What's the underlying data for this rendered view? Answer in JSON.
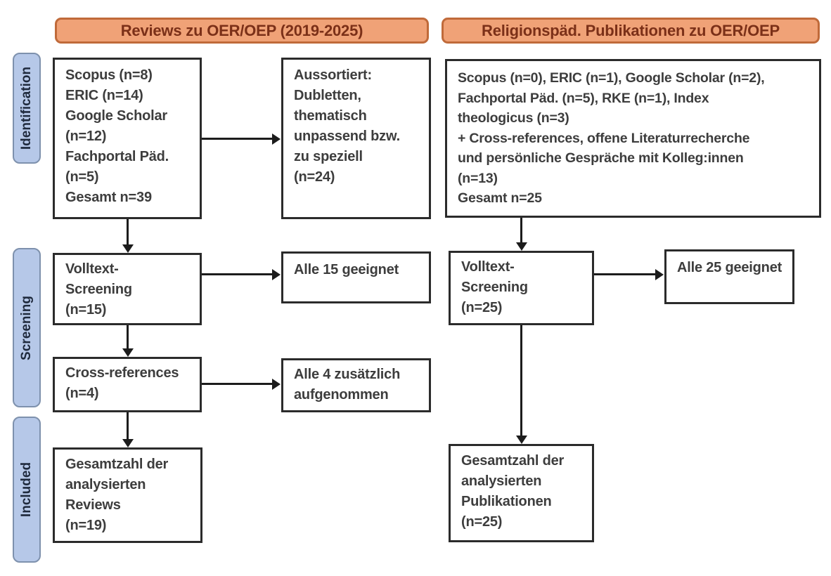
{
  "colors": {
    "header_fill": "#f0a277",
    "header_border": "#c06a3a",
    "header_text": "#7b3018",
    "stage_fill": "#b6c8e8",
    "stage_border": "#7e91ad",
    "stage_text": "#1f2a3d",
    "box_border": "#2b2b2b",
    "box_text": "#3d3d3d",
    "arrow": "#1c1c1c",
    "background": "#ffffff"
  },
  "headers": {
    "left": "Reviews zu OER/OEP (2019-2025)",
    "right": "Religionspäd. Publikationen zu OER/OEP"
  },
  "stages": {
    "identification": "Identification",
    "screening": "Screening",
    "included": "Included"
  },
  "boxes": {
    "left_sources": "Scopus (n=8)\nERIC (n=14)\nGoogle Scholar\n(n=12)\nFachportal Päd.\n(n=5)\nGesamt n=39",
    "left_excluded": "Aussortiert:\nDubletten,\nthematisch\nunpassend bzw.\nzu speziell\n(n=24)",
    "right_sources": "Scopus (n=0), ERIC (n=1), Google Scholar (n=2),\nFachportal Päd. (n=5), RKE (n=1), Index\ntheologicus (n=3)\n+ Cross-references, offene Literaturrecherche\nund persönliche Gespräche mit Kolleg:innen\n(n=13)\nGesamt n=25",
    "left_fulltext": "Volltext-\nScreening\n(n=15)",
    "left_fulltext_result": "Alle 15 geeignet",
    "right_fulltext": "Volltext-\nScreening\n(n=25)",
    "right_fulltext_result": "Alle 25 geeignet",
    "left_crossref": "Cross-references\n(n=4)",
    "left_crossref_result": "Alle 4 zusätzlich\naufgenommen",
    "left_included": "Gesamtzahl der\nanalysierten\nReviews\n(n=19)",
    "right_included": "Gesamtzahl der\nanalysierten\nPublikationen\n(n=25)"
  }
}
